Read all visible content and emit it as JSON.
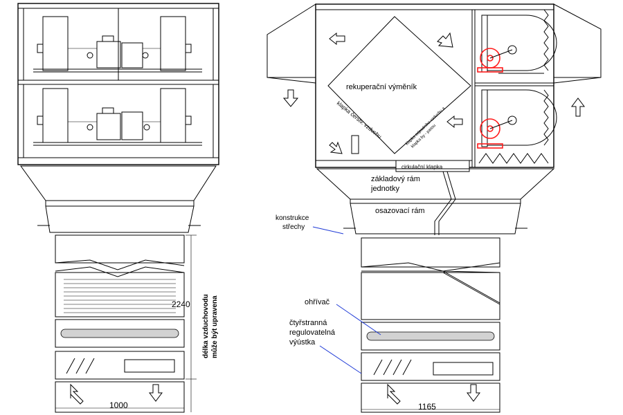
{
  "left_view": {
    "dimension_height": "2240",
    "dimension_width": "1000",
    "vertical_note_line1": "délka vzduchovodu",
    "vertical_note_line2": "může být upravena"
  },
  "right_view": {
    "exchanger_label": "rekuperační výměník",
    "fresh_air_damper": "klapka čerstv. vzduchu",
    "exhaust_bypass_damper_line1": "klapka odpadního vzduchu a",
    "exhaust_bypass_damper_line2": "klapka by - passu",
    "circulation_damper": "cirkulační klapka",
    "base_frame_line1": "základový rám",
    "base_frame_line2": "jednotky",
    "mounting_frame": "osazovací rám",
    "roof_structure_line1": "konstrukce",
    "roof_structure_line2": "střechy",
    "heater": "ohřívač",
    "diffuser_line1": "čtyřstranná",
    "diffuser_line2": "regulovatelná",
    "diffuser_line3": "výústka",
    "dimension_width": "1165"
  },
  "colors": {
    "line": "#000000",
    "fan_motor": "#ff1a1a",
    "callout_leader": "#1d39d6",
    "fill_grey": "#e6e6e6"
  }
}
